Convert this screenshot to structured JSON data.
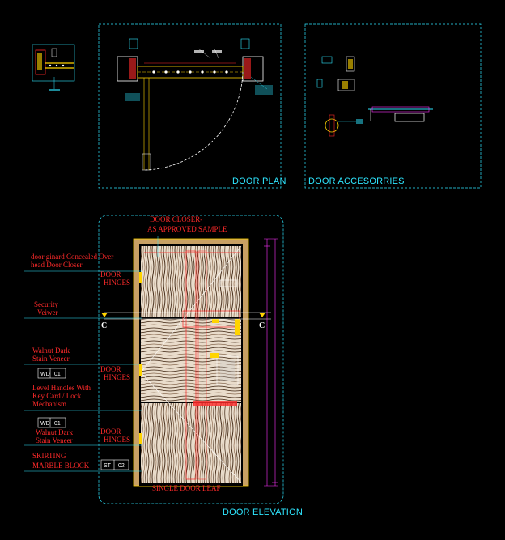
{
  "titles": {
    "door_plan": "DOOR PLAN",
    "door_accessories": "DOOR ACCESORRIES",
    "door_elevation": "DOOR ELEVATION"
  },
  "notes": {
    "closer_line1": "DOOR CLOSER-",
    "closer_line2": "AS APPROVED SAMPLE",
    "concealed_line1": "door ginard Concealed Over",
    "concealed_line2": "head Door Closer",
    "hinges_a1": "DOOR",
    "hinges_a2": "HINGES",
    "viewer_line1": "Security",
    "viewer_line2": "Veiwer",
    "veneer_a1": "Walnut Dark",
    "veneer_a2": "Stain Veneer",
    "hinges_b1": "DOOR",
    "hinges_b2": "HINGES",
    "lever_line1": "Level Handles With",
    "lever_line2": "Key Card / Lock",
    "lever_line3": "Mechanism",
    "veneer_b1": "Walnut Dark",
    "veneer_b2": "Stain Veneer",
    "hinges_c1": "DOOR",
    "hinges_c2": "HINGES",
    "skirting_line1": "SKIRTING",
    "skirting_line2": "MARBLE BLOCK",
    "single_leaf": "SINGLE DOOR LEAF"
  },
  "tags": {
    "wd_a_code": "WD",
    "wd_a_num": "01",
    "wd_b_code": "WD",
    "wd_b_num": "01",
    "st_code": "ST",
    "st_num": "02"
  },
  "section_markers": {
    "left": "C",
    "right": "C"
  },
  "colors": {
    "cyan": "#2ee6ff",
    "red": "#ff2a2a",
    "yellow": "#ffd400",
    "magenta": "#ff33ff",
    "white": "#ffffff",
    "veneer_light": "#f2e8dc",
    "veneer_dark": "#4a2b12",
    "frame": "#c8a064"
  }
}
